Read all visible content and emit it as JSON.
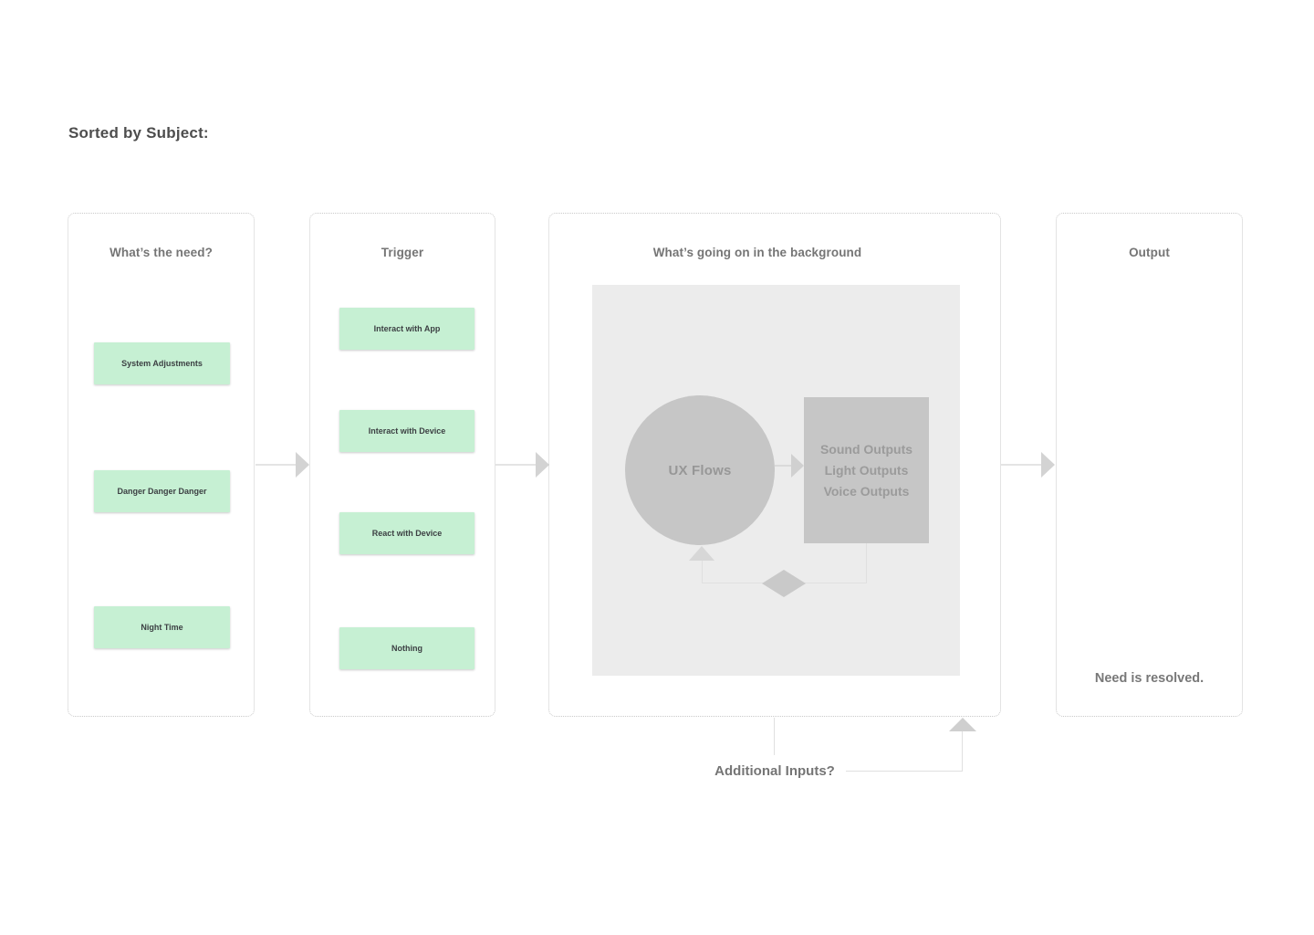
{
  "title": "Sorted by Subject:",
  "columns": [
    {
      "header": "What’s the need?",
      "items": [
        "System Adjustments",
        "Danger Danger Danger",
        "Night Time"
      ]
    },
    {
      "header": "Trigger",
      "items": [
        "Interact with App",
        "Interact with Device",
        "React with Device",
        "Nothing"
      ]
    },
    {
      "header": "What’s going on in the background",
      "diagram": {
        "circle_label": "UX Flows",
        "output_box_lines": [
          "Sound Outputs",
          "Light Outputs",
          "Voice Outputs"
        ]
      }
    },
    {
      "header": "Output",
      "result_text": "Need is resolved."
    }
  ],
  "footer": {
    "question_label": "Additional Inputs?"
  },
  "colors": {
    "node_green": "#c6f0d3",
    "panel_background": "#ececec",
    "shape_gray": "#c6c6c6",
    "arrow_gray": "#d3d3d3",
    "connector_gray": "#e0e0e0",
    "heading_gray": "#757575",
    "title_gray": "#4d4d4d"
  }
}
